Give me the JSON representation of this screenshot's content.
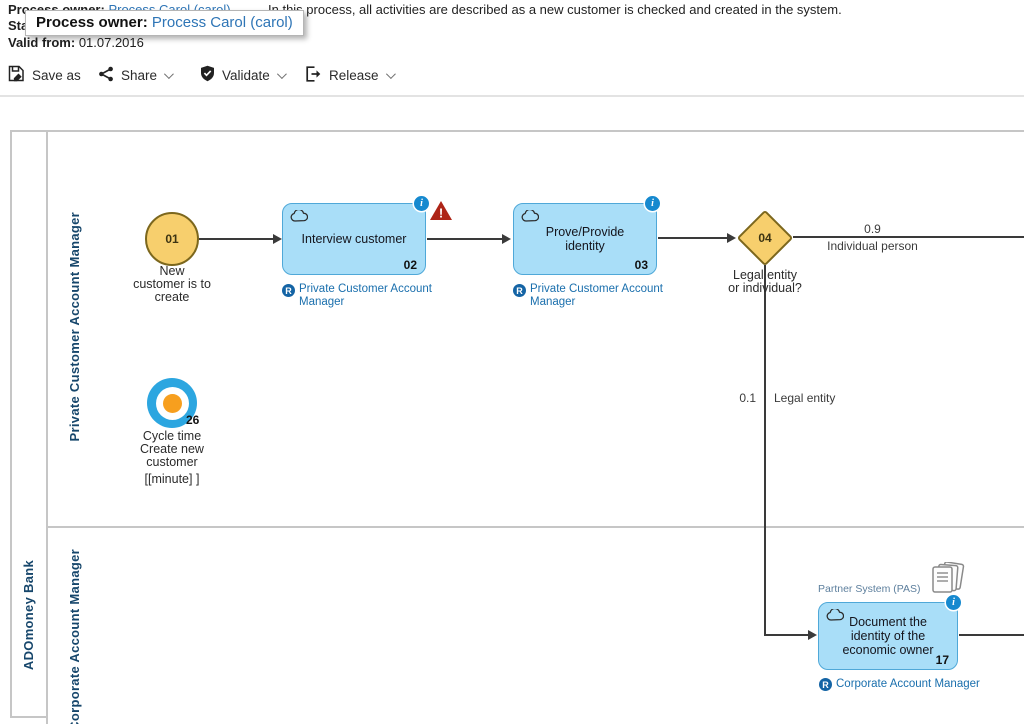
{
  "header": {
    "process_owner_label": "Process owner:",
    "process_owner_value": "Process Carol (carol)",
    "status_label": "Status:",
    "valid_from_label": "Valid from:",
    "valid_from_value": "01.07.2016",
    "description": "In this process, all activities are described as a new customer is checked and created in the system."
  },
  "tooltip": {
    "label": "Process owner:",
    "value": "Process Carol (carol)"
  },
  "toolbar": {
    "save_as_label": "Save as",
    "share_label": "Share",
    "validate_label": "Validate",
    "release_label": "Release"
  },
  "diagram": {
    "pool_label": "ADOmoney Bank",
    "lanes": [
      "Private Customer Account Manager",
      "Corporate Account Manager"
    ],
    "start_event": {
      "number": "01",
      "label": "New\ncustomer is to\ncreate"
    },
    "tasks": [
      {
        "number": "02",
        "label": "Interview customer",
        "role": "Private Customer Account\nManager"
      },
      {
        "number": "03",
        "label": "Prove/Provide\nidentity",
        "role": "Private Customer Account\nManager"
      },
      {
        "number": "17",
        "label": "Document the\nidentity of the\neconomic owner",
        "role": "Corporate Account Manager",
        "system": "Partner System (PAS)"
      }
    ],
    "gateway": {
      "number": "04",
      "label": "Legal entity\nor individual?"
    },
    "cycle_time": {
      "number": "26",
      "label": "Cycle time\nCreate new\ncustomer",
      "unit": "[[minute]  ]"
    },
    "edges": [
      {
        "probability": "0.9",
        "label": "Individual person"
      },
      {
        "probability": "0.1",
        "label": "Legal entity"
      }
    ],
    "colors": {
      "task_fill": "#a9def8",
      "task_border": "#4fa8d8",
      "event_fill": "#f7cf6d",
      "event_border": "#7c671d",
      "info_blue": "#1689cf",
      "warning_red": "#ae2517",
      "role_blue": "#1a6fad",
      "lane_label_blue": "#16466b",
      "cycle_outer_blue": "#2ca6e0",
      "cycle_center_orange": "#f79f1e"
    }
  }
}
